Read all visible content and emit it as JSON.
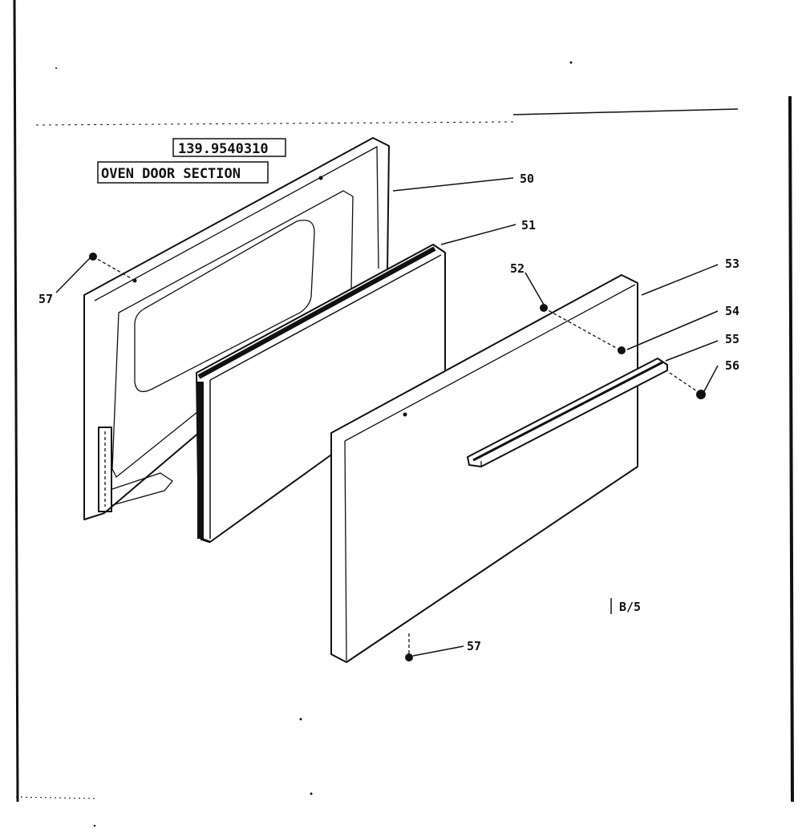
{
  "header": {
    "part_number": "139.9540310",
    "section_title": "OVEN DOOR SECTION"
  },
  "callouts": [
    {
      "id": "50"
    },
    {
      "id": "51"
    },
    {
      "id": "52"
    },
    {
      "id": "53"
    },
    {
      "id": "54"
    },
    {
      "id": "55"
    },
    {
      "id": "56"
    },
    {
      "id": "57"
    },
    {
      "id": "57"
    }
  ],
  "page_code": "B/5"
}
